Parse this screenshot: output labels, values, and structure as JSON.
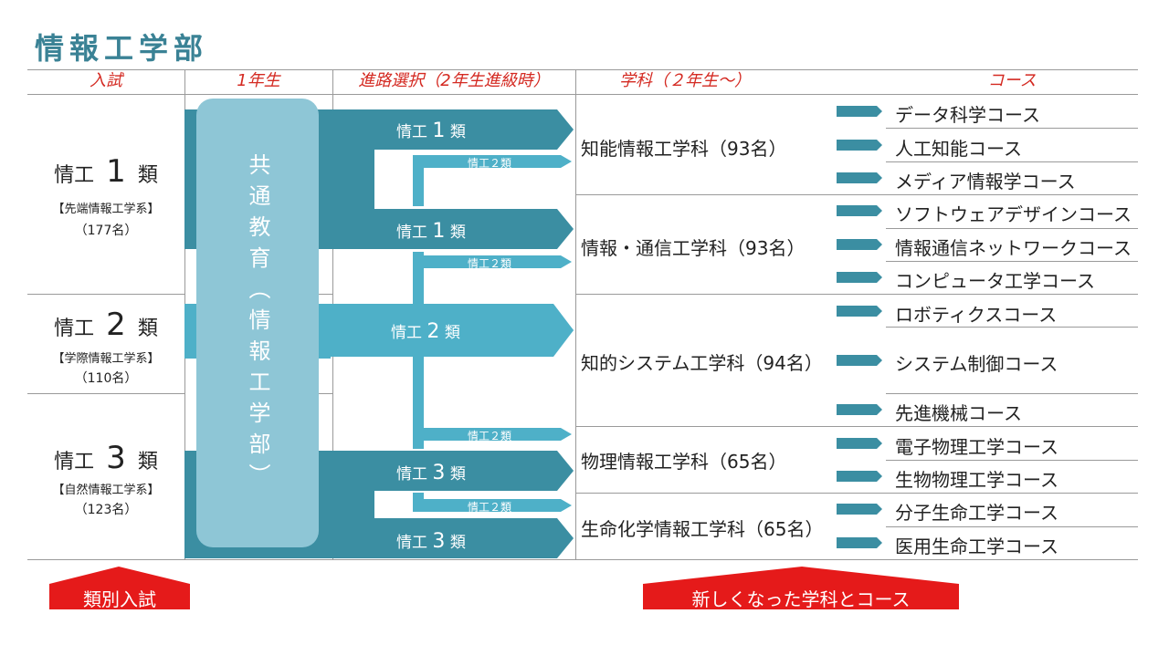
{
  "title": "情報工学部",
  "headers": {
    "entrance": "入試",
    "year1": "1年生",
    "path": "進路選択（2年生進級時）",
    "dept": "学科（２年生〜）",
    "course": "コース"
  },
  "entrance": [
    {
      "prefix": "情工",
      "num": "1",
      "suffix": "類",
      "sub": "【先端情報工学系】",
      "count": "（177名）"
    },
    {
      "prefix": "情工",
      "num": "2",
      "suffix": "類",
      "sub": "【学際情報工学系】",
      "count": "（110名）"
    },
    {
      "prefix": "情工",
      "num": "3",
      "suffix": "類",
      "sub": "【自然情報工学系】",
      "count": "（123名）"
    }
  ],
  "common_education": "共通教育（情報工学部）",
  "paths": {
    "big": [
      {
        "prefix": "情工",
        "num": "1",
        "suffix": "類"
      },
      {
        "prefix": "情工",
        "num": "1",
        "suffix": "類"
      },
      {
        "prefix": "情工",
        "num": "2",
        "suffix": "類"
      },
      {
        "prefix": "情工",
        "num": "3",
        "suffix": "類"
      },
      {
        "prefix": "情工",
        "num": "3",
        "suffix": "類"
      }
    ],
    "small": [
      "情工２類",
      "情工２類",
      "情工２類",
      "情工２類"
    ]
  },
  "departments": [
    "知能情報工学科（93名）",
    "情報・通信工学科（93名）",
    "知的システム工学科（94名）",
    "物理情報工学科（65名）",
    "生命化学情報工学科（65名）"
  ],
  "courses": [
    "データ科学コース",
    "人工知能コース",
    "メディア情報学コース",
    "ソフトウェアデザインコース",
    "情報通信ネットワークコース",
    "コンピュータ工学コース",
    "ロボティクスコース",
    "システム制御コース",
    "先進機械コース",
    "電子物理工学コース",
    "生物物理工学コース",
    "分子生命工学コース",
    "医用生命工学コース"
  ],
  "bottom": {
    "left": "類別入試",
    "right": "新しくなった学科とコース"
  },
  "colors": {
    "title": "#3a8295",
    "dark_teal": "#3b8ea2",
    "light_teal": "#4eb0c8",
    "vertical_box": "#8ec6d6",
    "header_red": "#d42a22",
    "callout_red": "#e51a1a"
  }
}
